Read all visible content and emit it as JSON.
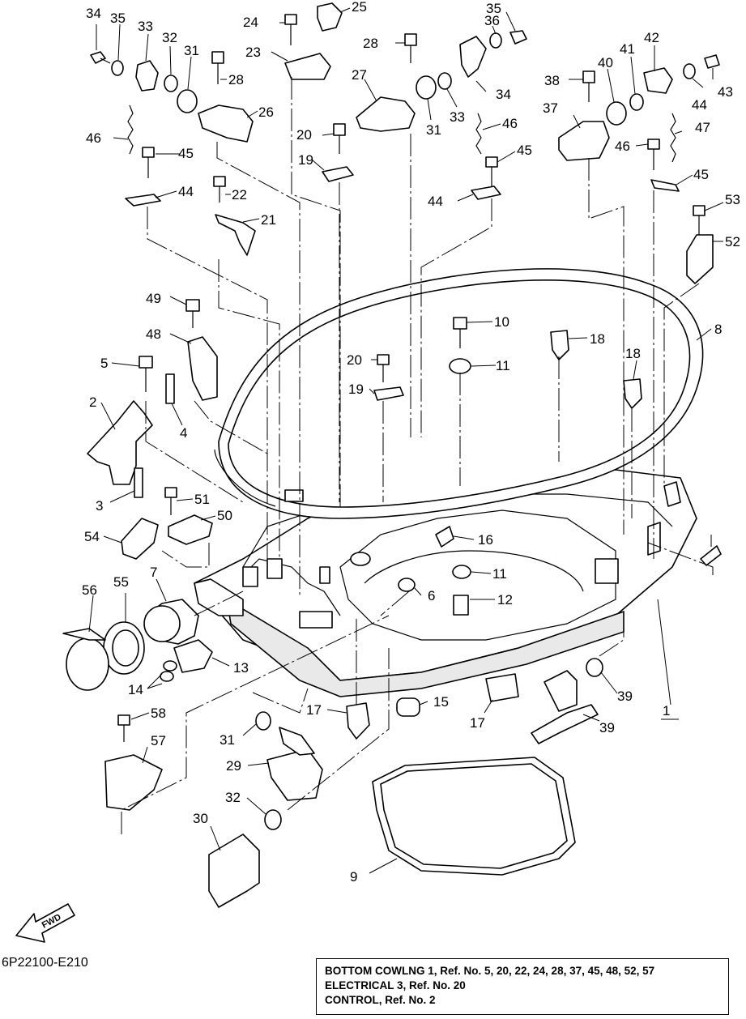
{
  "diagram_code": "6P22100-E210",
  "fwd_label": "FWD",
  "reference_notes": [
    "BOTTOM COWLNG 1, Ref. No. 5, 20, 22, 24, 28, 37, 45, 48, 52, 57",
    "ELECTRICAL 3, Ref. No. 20",
    "CONTROL,  Ref. No. 2"
  ],
  "callouts": [
    "1",
    "2",
    "3",
    "4",
    "5",
    "6",
    "7",
    "8",
    "9",
    "10",
    "11",
    "11",
    "12",
    "13",
    "14",
    "15",
    "16",
    "17",
    "17",
    "18",
    "18",
    "19",
    "19",
    "20",
    "20",
    "21",
    "22",
    "23",
    "24",
    "25",
    "26",
    "27",
    "28",
    "28",
    "29",
    "30",
    "31",
    "31",
    "31",
    "32",
    "32",
    "33",
    "33",
    "34",
    "34",
    "35",
    "35",
    "36",
    "37",
    "38",
    "39",
    "39",
    "40",
    "41",
    "42",
    "43",
    "44",
    "44",
    "44",
    "45",
    "45",
    "45",
    "46",
    "46",
    "46",
    "47",
    "48",
    "49",
    "50",
    "51",
    "52",
    "53",
    "54",
    "55",
    "56",
    "57",
    "58"
  ]
}
